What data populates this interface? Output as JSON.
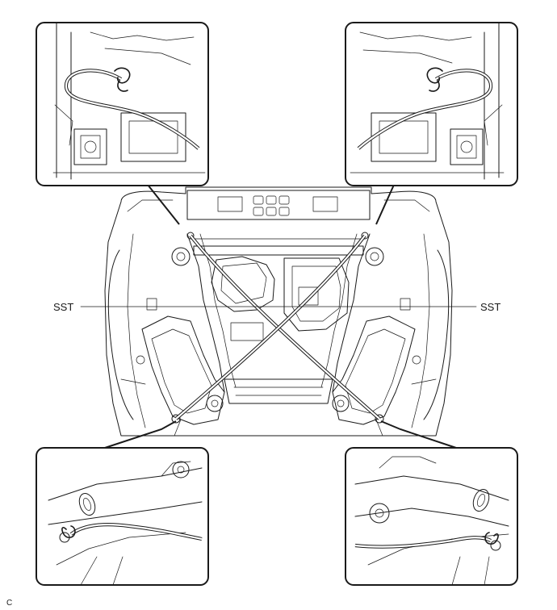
{
  "labels": {
    "sst_left": "SST",
    "sst_right": "SST",
    "figure_code": "C"
  },
  "colors": {
    "line": "#1a1a1a",
    "background": "#ffffff"
  }
}
